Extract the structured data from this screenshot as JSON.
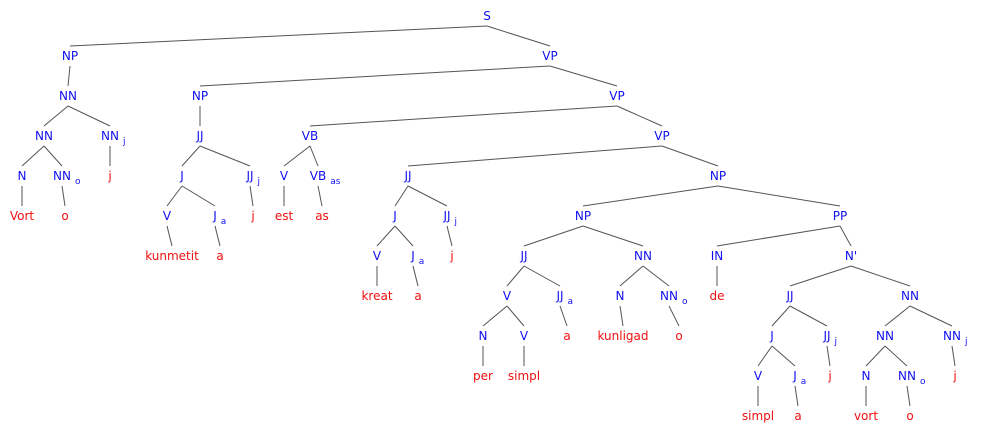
{
  "colors": {
    "category": "#1010f0",
    "word": "#f01010",
    "edge": "#555555"
  },
  "nodes": [
    {
      "label": "S",
      "kind": "cat"
    },
    {
      "label": "NP",
      "kind": "cat",
      "parent": 0
    },
    {
      "label": "VP",
      "kind": "cat",
      "parent": 0
    },
    {
      "label": "NN",
      "kind": "cat",
      "parent": 1
    },
    {
      "label": "NN",
      "kind": "cat",
      "parent": 3
    },
    {
      "label": "NN",
      "sub": "j",
      "kind": "cat",
      "parent": 3
    },
    {
      "label": "N",
      "kind": "cat",
      "parent": 4
    },
    {
      "label": "NN",
      "sub": "o",
      "kind": "cat",
      "parent": 4
    },
    {
      "label": "j",
      "kind": "word",
      "parent": 5
    },
    {
      "label": "Vort",
      "kind": "word",
      "parent": 6
    },
    {
      "label": "o",
      "kind": "word",
      "parent": 7
    },
    {
      "label": "NP",
      "kind": "cat",
      "parent": 2
    },
    {
      "label": "VP",
      "kind": "cat",
      "parent": 2
    },
    {
      "label": "JJ",
      "kind": "cat",
      "parent": 11
    },
    {
      "label": "J",
      "kind": "cat",
      "parent": 13
    },
    {
      "label": "JJ",
      "sub": "j",
      "kind": "cat",
      "parent": 13
    },
    {
      "label": "V",
      "kind": "cat",
      "parent": 14
    },
    {
      "label": "J",
      "sub": "a",
      "kind": "cat",
      "parent": 14
    },
    {
      "label": "j",
      "kind": "word",
      "parent": 15
    },
    {
      "label": "kunmetit",
      "kind": "word",
      "parent": 16
    },
    {
      "label": "a",
      "kind": "word",
      "parent": 17
    },
    {
      "label": "VB",
      "kind": "cat",
      "parent": 12
    },
    {
      "label": "VP",
      "kind": "cat",
      "parent": 12
    },
    {
      "label": "V",
      "kind": "cat",
      "parent": 21
    },
    {
      "label": "VB",
      "sub": "as",
      "kind": "cat",
      "parent": 21
    },
    {
      "label": "est",
      "kind": "word",
      "parent": 23
    },
    {
      "label": "as",
      "kind": "word",
      "parent": 24
    },
    {
      "label": "JJ",
      "kind": "cat",
      "parent": 22
    },
    {
      "label": "NP",
      "kind": "cat",
      "parent": 22
    },
    {
      "label": "J",
      "kind": "cat",
      "parent": 27
    },
    {
      "label": "JJ",
      "sub": "j",
      "kind": "cat",
      "parent": 27
    },
    {
      "label": "V",
      "kind": "cat",
      "parent": 29
    },
    {
      "label": "J",
      "sub": "a",
      "kind": "cat",
      "parent": 29
    },
    {
      "label": "j",
      "kind": "word",
      "parent": 30
    },
    {
      "label": "kreat",
      "kind": "word",
      "parent": 31
    },
    {
      "label": "a",
      "kind": "word",
      "parent": 32
    },
    {
      "label": "NP",
      "kind": "cat",
      "parent": 28
    },
    {
      "label": "PP",
      "kind": "cat",
      "parent": 28
    },
    {
      "label": "JJ",
      "kind": "cat",
      "parent": 36
    },
    {
      "label": "NN",
      "kind": "cat",
      "parent": 36
    },
    {
      "label": "V",
      "kind": "cat",
      "parent": 38
    },
    {
      "label": "JJ",
      "sub": "a",
      "kind": "cat",
      "parent": 38
    },
    {
      "label": "N",
      "kind": "cat",
      "parent": 39
    },
    {
      "label": "NN",
      "sub": "o",
      "kind": "cat",
      "parent": 39
    },
    {
      "label": "N",
      "kind": "cat",
      "parent": 40
    },
    {
      "label": "V",
      "kind": "cat",
      "parent": 40
    },
    {
      "label": "a",
      "kind": "word",
      "parent": 41
    },
    {
      "label": "kunligad",
      "kind": "word",
      "parent": 42
    },
    {
      "label": "o",
      "kind": "word",
      "parent": 43
    },
    {
      "label": "per",
      "kind": "word",
      "parent": 44
    },
    {
      "label": "simpl",
      "kind": "word",
      "parent": 45
    },
    {
      "label": "IN",
      "kind": "cat",
      "parent": 37
    },
    {
      "label": "N'",
      "kind": "cat",
      "parent": 37
    },
    {
      "label": "de",
      "kind": "word",
      "parent": 51
    },
    {
      "label": "JJ",
      "kind": "cat",
      "parent": 52
    },
    {
      "label": "NN",
      "kind": "cat",
      "parent": 52
    },
    {
      "label": "J",
      "kind": "cat",
      "parent": 54
    },
    {
      "label": "JJ",
      "sub": "j",
      "kind": "cat",
      "parent": 54
    },
    {
      "label": "NN",
      "kind": "cat",
      "parent": 55
    },
    {
      "label": "NN",
      "sub": "j",
      "kind": "cat",
      "parent": 55
    },
    {
      "label": "V",
      "kind": "cat",
      "parent": 56
    },
    {
      "label": "J",
      "sub": "a",
      "kind": "cat",
      "parent": 56
    },
    {
      "label": "j",
      "kind": "word",
      "parent": 57
    },
    {
      "label": "N",
      "kind": "cat",
      "parent": 58
    },
    {
      "label": "NN",
      "sub": "o",
      "kind": "cat",
      "parent": 58
    },
    {
      "label": "j",
      "kind": "word",
      "parent": 59
    },
    {
      "label": "simpl",
      "kind": "word",
      "parent": 60
    },
    {
      "label": "a",
      "kind": "word",
      "parent": 61
    },
    {
      "label": "vort",
      "kind": "word",
      "parent": 63
    },
    {
      "label": "o",
      "kind": "word",
      "parent": 64
    }
  ]
}
